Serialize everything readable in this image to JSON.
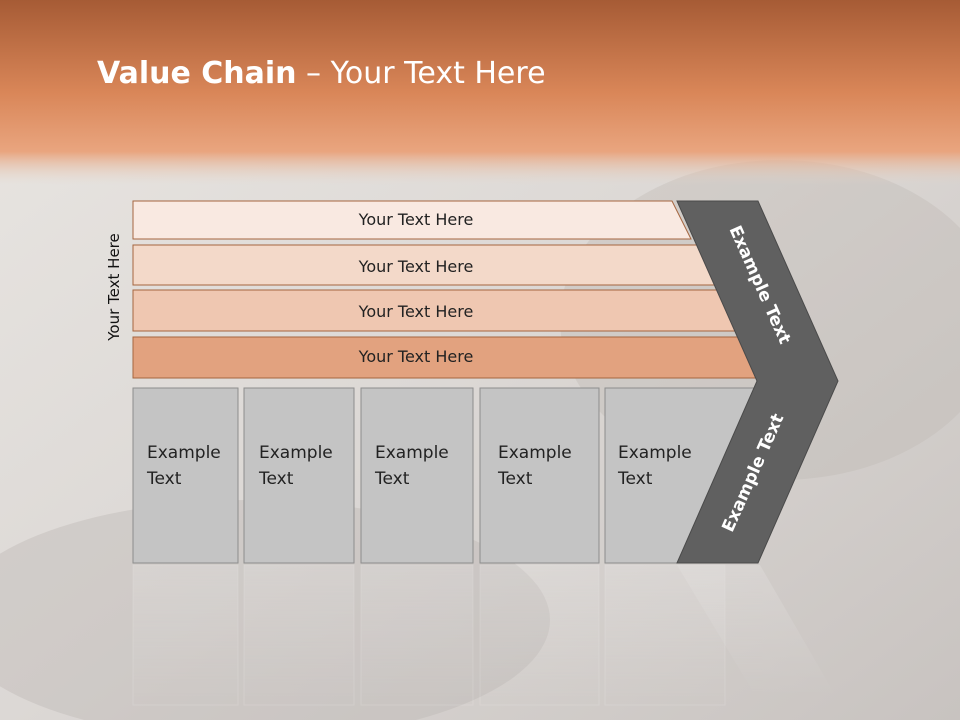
{
  "slide": {
    "title_bold": "Value Chain",
    "title_rest": " – Your Text Here",
    "vertical_label": "Your Text Here"
  },
  "bars": [
    {
      "label": "Your Text Here",
      "color": "#f9e9e1"
    },
    {
      "label": "Your Text Here",
      "color": "#f3d9c9"
    },
    {
      "label": "Your Text Here",
      "color": "#efc7b1"
    },
    {
      "label": "Your Text Here",
      "color": "#e2a27f"
    }
  ],
  "boxes": [
    {
      "line1": "Example",
      "line2": "Text"
    },
    {
      "line1": "Example",
      "line2": "Text"
    },
    {
      "line1": "Example",
      "line2": "Text"
    },
    {
      "line1": "Example",
      "line2": "Text"
    },
    {
      "line1": "Example",
      "line2": "Text"
    }
  ],
  "chevron": {
    "upper_label": "Example Text",
    "lower_label": "Example Text",
    "color": "#606060"
  },
  "colors": {
    "header_orange": "#d9845a",
    "box_fill": "#c4c4c4",
    "bar_stroke": "#a5653f"
  }
}
